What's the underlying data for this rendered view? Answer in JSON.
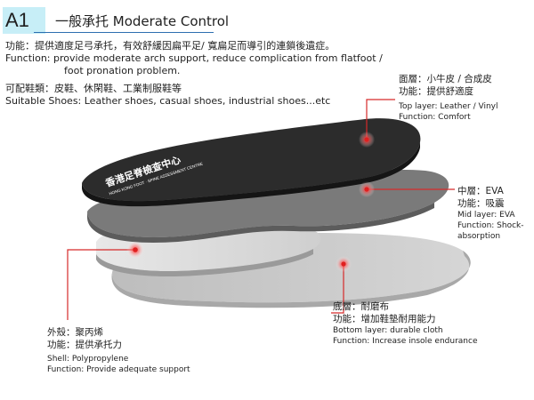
{
  "header": {
    "code": "A1",
    "title": "一般承托 Moderate Control",
    "accent": "#c7eef7",
    "underline": "#2d6fb0"
  },
  "intro": {
    "function_zh": "功能：提供適度足弓承托，有效舒緩因扁平足/ 寬扁足而導引的連鎖後遺症。",
    "function_en_1": "Function: provide moderate arch support, reduce complication from flatfoot /",
    "function_en_2": "foot pronation problem.",
    "shoes_zh": "可配鞋類：皮鞋、休閑鞋、工業制服鞋等",
    "shoes_en": "Suitable Shoes: Leather shoes, casual shoes, industrial shoes...etc"
  },
  "insole_logo": {
    "zh": "香港足脊檢查中心",
    "en": "HONG KONG FOOT · SPINE ASSESSMENT CENTRE"
  },
  "layers": {
    "top": {
      "zh_name": "面層：小牛皮 / 合成皮",
      "zh_func": "功能：提供舒適度",
      "en_name": "Top layer: Leather / Vinyl",
      "en_func": "Function: Comfort"
    },
    "mid": {
      "zh_name": "中層：EVA",
      "zh_func": "功能：吸震",
      "en_name": "Mid layer: EVA",
      "en_func_1": "Function: Shock-",
      "en_func_2": "absorption"
    },
    "bottom": {
      "zh_name": "底層：耐磨布",
      "zh_func": "功能：增加鞋墊耐用能力",
      "en_name": "Bottom layer: durable cloth",
      "en_func": "Function: Increase insole endurance"
    },
    "shell": {
      "zh_name": "外殼：聚丙烯",
      "zh_func": "功能：提供承托力",
      "en_name": "Shell: Polypropylene",
      "en_func": "Function: Provide adequate support"
    }
  },
  "colors": {
    "top_layer": "#2c2c2c",
    "mid_layer": "#787878",
    "shell_layer": "#d9d9d9",
    "bottom_layer": "#c4c4c4",
    "marker": "#e02020",
    "leader": "#d62a2a"
  }
}
